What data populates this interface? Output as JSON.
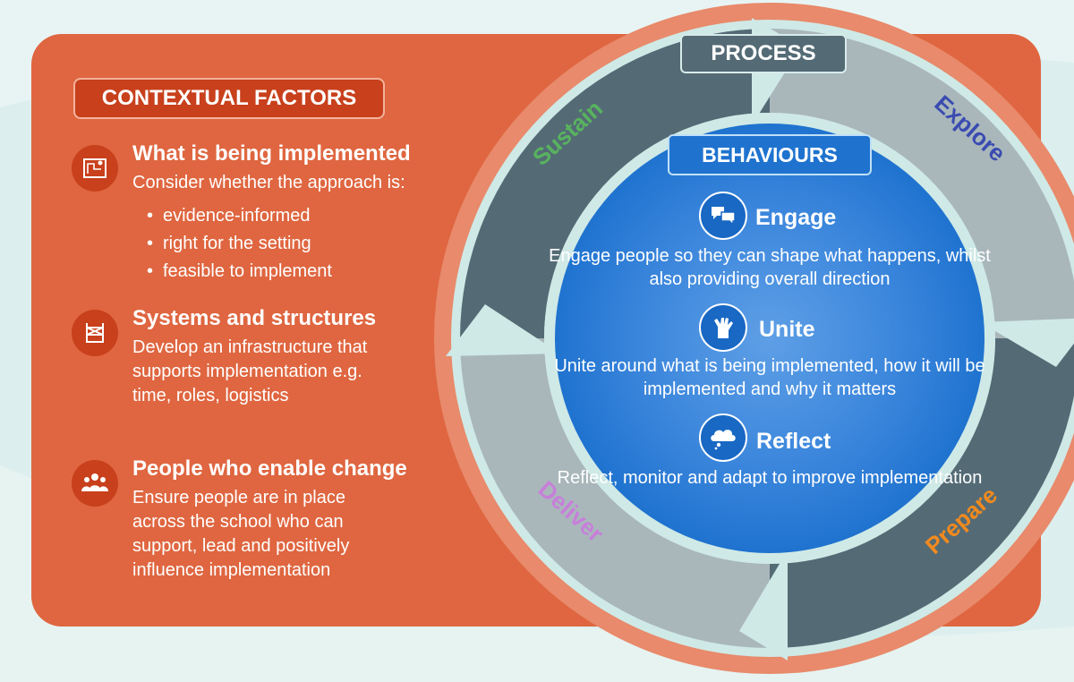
{
  "contextual_factors": {
    "badge": "CONTEXTUAL FACTORS",
    "items": [
      {
        "title": "What is being implemented",
        "description": "Consider whether the approach is:",
        "bullets": [
          "evidence-informed",
          "right for the setting",
          "feasible to implement"
        ]
      },
      {
        "title": "Systems and structures",
        "description": "Develop an infrastructure that supports implementation e.g. time, roles, logistics"
      },
      {
        "title": "People who enable change",
        "description": "Ensure people are in place across the school who can support, lead and positively influence implementation"
      }
    ]
  },
  "process": {
    "badge": "PROCESS",
    "stages": [
      {
        "label": "Explore",
        "color": "#3a4bb0"
      },
      {
        "label": "Prepare",
        "color": "#f28a1e"
      },
      {
        "label": "Deliver",
        "color": "#c77fd9"
      },
      {
        "label": "Sustain",
        "color": "#58b35e"
      }
    ]
  },
  "behaviours": {
    "badge": "BEHAVIOURS",
    "items": [
      {
        "title": "Engage",
        "description": "Engage people so they can shape what happens, whilst also providing overall direction"
      },
      {
        "title": "Unite",
        "description": "Unite around what is being implemented, how it will be implemented and why it matters"
      },
      {
        "title": "Reflect",
        "description": "Reflect, monitor and adapt to improve implementation"
      }
    ]
  },
  "colors": {
    "panel": "#df6640",
    "badge": "#c8401c",
    "ring_dark": "#546b76",
    "ring_light": "#a9b7bb",
    "circle_blue": "#1f73cf"
  },
  "icons": [
    "blueprint-icon",
    "scaffold-icon",
    "people-icon",
    "speech-bubbles-icon",
    "hands-together-icon",
    "thought-cloud-icon"
  ]
}
